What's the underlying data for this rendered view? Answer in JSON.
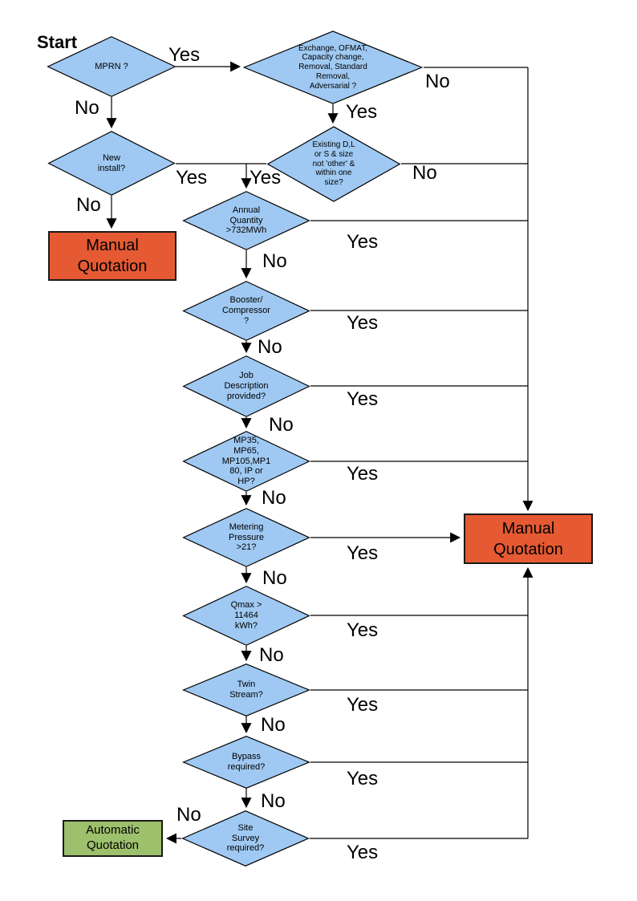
{
  "colors": {
    "decision_fill": "#9FC9F2",
    "decision_border": "#000000",
    "manual_fill": "#E55A33",
    "manual_border": "#1a1a1a",
    "auto_fill": "#9DC06C",
    "auto_border": "#1a1a1a",
    "line": "#000000",
    "background": "#ffffff"
  },
  "start_label": "Start",
  "nodes": {
    "mprn": {
      "label": "MPRN ?"
    },
    "exchange": {
      "label": "Exchange, OFMAT,\nCapacity change,\nRemoval, Standard\nRemoval,\nAdversarial ?"
    },
    "new_install": {
      "label": "New\ninstall?"
    },
    "existing": {
      "label": "Existing D,L\nor S & size\nnot 'other' &\nwithin one\nsize?"
    },
    "annual": {
      "label": "Annual\nQuantity\n>732MWh"
    },
    "booster": {
      "label": "Booster/\nCompressor\n?"
    },
    "job": {
      "label": "Job\nDescription\nprovided?"
    },
    "mp": {
      "label": "MP35,\nMP65,\nMP105,MP1\n80, IP or\nHP?"
    },
    "metering": {
      "label": "Metering\nPressure\n>21?"
    },
    "qmax": {
      "label": "Qmax >\n11464\nkWh?"
    },
    "twin": {
      "label": "Twin\nStream?"
    },
    "bypass": {
      "label": "Bypass\nrequired?"
    },
    "site": {
      "label": "Site\nSurvey\nrequired?"
    },
    "manual_left": {
      "label": "Manual\nQuotation"
    },
    "manual_right": {
      "label": "Manual\nQuotation"
    },
    "automatic": {
      "label": "Automatic\nQuotation"
    }
  },
  "edge_labels": {
    "mprn_yes": "Yes",
    "mprn_no": "No",
    "exchange_yes": "Yes",
    "exchange_no": "No",
    "new_yes": "Yes",
    "new_no": "No",
    "existing_yes": "Yes",
    "existing_no": "No",
    "annual_yes": "Yes",
    "annual_no": "No",
    "booster_yes": "Yes",
    "booster_no": "No",
    "job_yes": "Yes",
    "job_no": "No",
    "mp_yes": "Yes",
    "mp_no": "No",
    "metering_yes": "Yes",
    "metering_no": "No",
    "qmax_yes": "Yes",
    "qmax_no": "No",
    "twin_yes": "Yes",
    "twin_no": "No",
    "bypass_yes": "Yes",
    "bypass_no": "No",
    "site_yes": "Yes",
    "site_no": "No"
  },
  "flow": [
    {
      "from": "mprn",
      "to": "exchange",
      "label": "Yes"
    },
    {
      "from": "mprn",
      "to": "new_install",
      "label": "No"
    },
    {
      "from": "exchange",
      "to": "existing",
      "label": "Yes"
    },
    {
      "from": "exchange",
      "to": "manual_right",
      "label": "No"
    },
    {
      "from": "new_install",
      "to": "annual",
      "label": "Yes"
    },
    {
      "from": "new_install",
      "to": "manual_left",
      "label": "No"
    },
    {
      "from": "existing",
      "to": "annual",
      "label": "Yes"
    },
    {
      "from": "existing",
      "to": "manual_right",
      "label": "No"
    },
    {
      "from": "annual",
      "to": "booster",
      "label": "No"
    },
    {
      "from": "annual",
      "to": "manual_right",
      "label": "Yes"
    },
    {
      "from": "booster",
      "to": "job",
      "label": "No"
    },
    {
      "from": "booster",
      "to": "manual_right",
      "label": "Yes"
    },
    {
      "from": "job",
      "to": "mp",
      "label": "No"
    },
    {
      "from": "job",
      "to": "manual_right",
      "label": "Yes"
    },
    {
      "from": "mp",
      "to": "metering",
      "label": "No"
    },
    {
      "from": "mp",
      "to": "manual_right",
      "label": "Yes"
    },
    {
      "from": "metering",
      "to": "qmax",
      "label": "No"
    },
    {
      "from": "metering",
      "to": "manual_right",
      "label": "Yes"
    },
    {
      "from": "qmax",
      "to": "twin",
      "label": "No"
    },
    {
      "from": "qmax",
      "to": "manual_right",
      "label": "Yes"
    },
    {
      "from": "twin",
      "to": "bypass",
      "label": "No"
    },
    {
      "from": "twin",
      "to": "manual_right",
      "label": "Yes"
    },
    {
      "from": "bypass",
      "to": "site",
      "label": "No"
    },
    {
      "from": "bypass",
      "to": "manual_right",
      "label": "Yes"
    },
    {
      "from": "site",
      "to": "automatic",
      "label": "No"
    },
    {
      "from": "site",
      "to": "manual_right",
      "label": "Yes"
    }
  ]
}
